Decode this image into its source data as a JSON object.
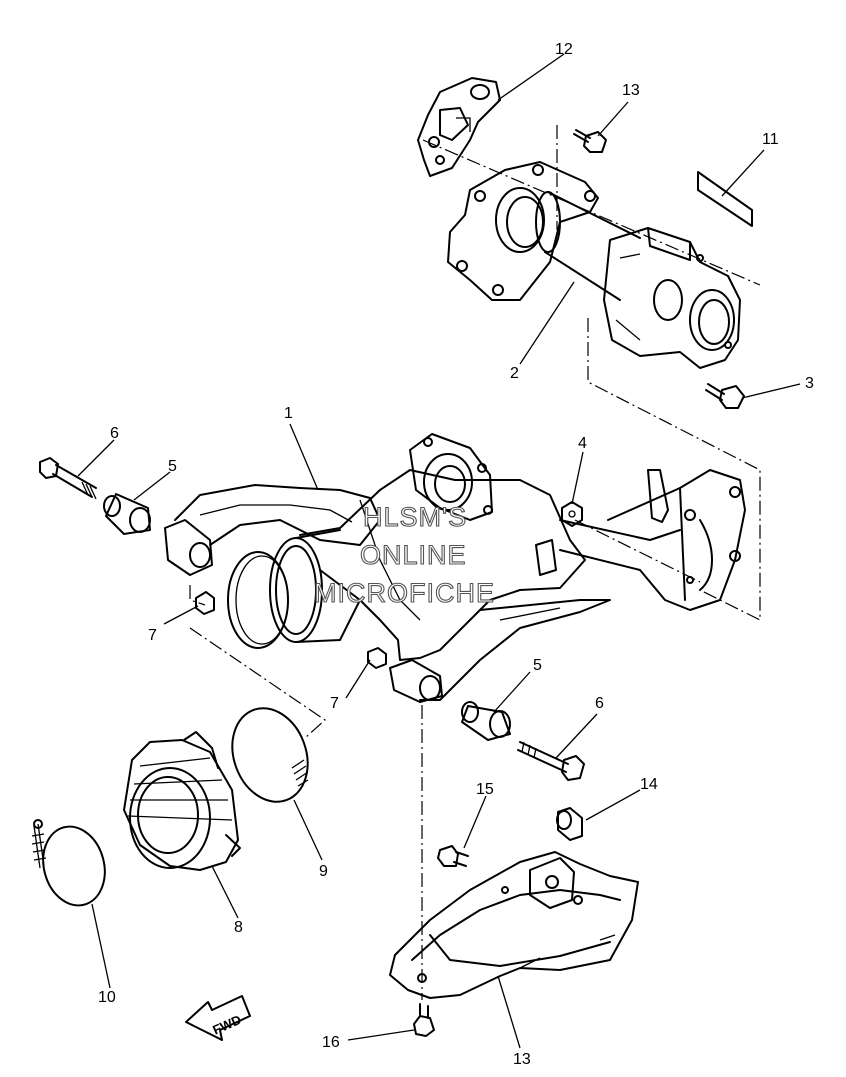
{
  "diagram": {
    "callouts": [
      {
        "id": "c1",
        "label": "1"
      },
      {
        "id": "c2",
        "label": "2"
      },
      {
        "id": "c3",
        "label": "3"
      },
      {
        "id": "c4",
        "label": "4"
      },
      {
        "id": "c5a",
        "label": "5"
      },
      {
        "id": "c5b",
        "label": "5"
      },
      {
        "id": "c6a",
        "label": "6"
      },
      {
        "id": "c6b",
        "label": "6"
      },
      {
        "id": "c7a",
        "label": "7"
      },
      {
        "id": "c7b",
        "label": "7"
      },
      {
        "id": "c8",
        "label": "8"
      },
      {
        "id": "c9",
        "label": "9"
      },
      {
        "id": "c10",
        "label": "10"
      },
      {
        "id": "c11",
        "label": "11"
      },
      {
        "id": "c12",
        "label": "12"
      },
      {
        "id": "c13a",
        "label": "13"
      },
      {
        "id": "c13b",
        "label": "13"
      },
      {
        "id": "c14",
        "label": "14"
      },
      {
        "id": "c15",
        "label": "15"
      },
      {
        "id": "c16",
        "label": "16"
      }
    ],
    "watermark": {
      "line1": "HLSM'S",
      "line2": "ONLINE",
      "line3": "MICROFICHE"
    },
    "direction_arrow": {
      "label": "FWD",
      "icon": "fwd-arrow-icon"
    }
  }
}
